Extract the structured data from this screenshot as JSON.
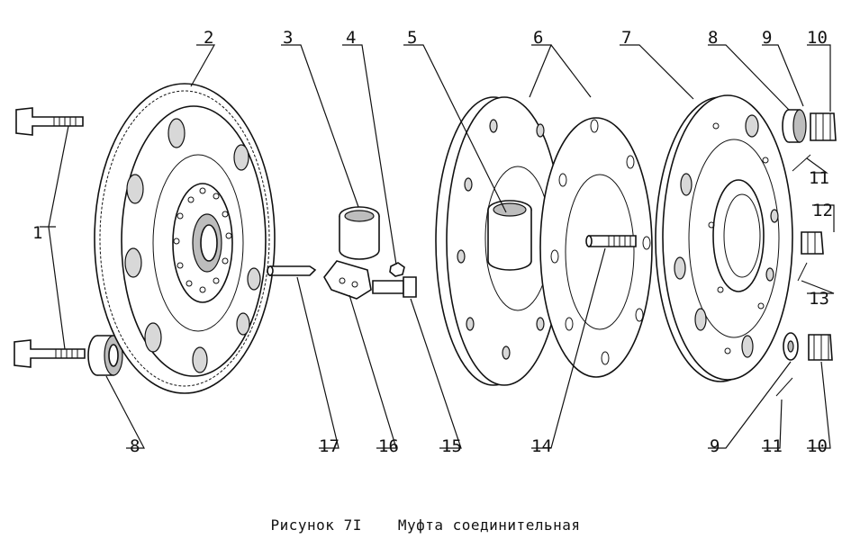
{
  "caption": {
    "figure": "Рисунок 7I",
    "title": "Муфта соединительная"
  },
  "callouts": {
    "c1": "1",
    "c2": "2",
    "c3": "3",
    "c4": "4",
    "c5": "5",
    "c6": "6",
    "c7": "7",
    "c8_top": "8",
    "c9_top": "9",
    "c10_top": "10",
    "c11_top": "11",
    "c12": "12",
    "c13": "13",
    "c8_bottom": "8",
    "c17": "17",
    "c16": "16",
    "c15": "15",
    "c14": "14",
    "c9_bottom": "9",
    "c11_bottom": "11",
    "c10_bottom": "10"
  }
}
